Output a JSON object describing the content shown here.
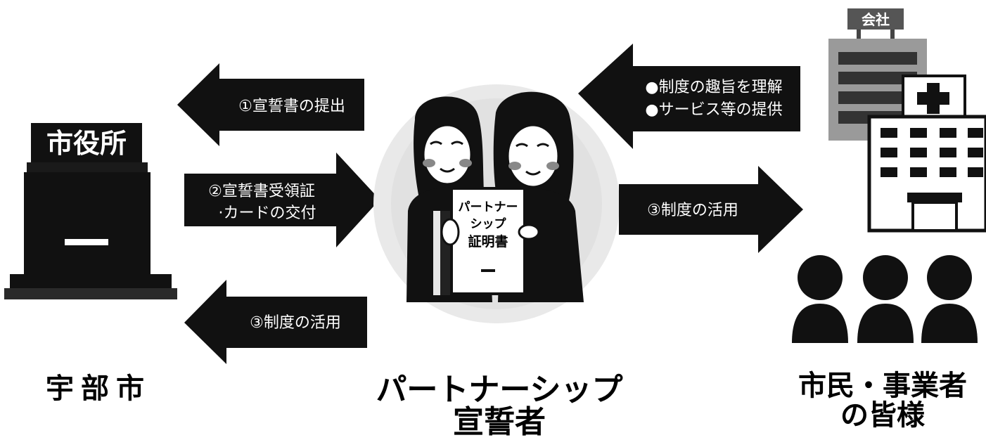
{
  "arrows": {
    "submit": "①宣誓書の提出",
    "issue_line1": "②宣誓書受領証",
    "issue_line2": "·カードの交付",
    "use_to_city": "③制度の活用",
    "understand_line1": "●制度の趣旨を理解",
    "understand_line2": "●サービス等の提供",
    "use_to_citizens": "③制度の活用"
  },
  "city_hall": {
    "sign": "市役所"
  },
  "certificate": {
    "line1": "パートナー",
    "line2": "シップ",
    "line3": "証明書"
  },
  "hospital": {
    "sign": "会社"
  },
  "captions": {
    "ube_city": "宇部市",
    "partner_line1": "パートナーシップ",
    "partner_line2": "宣誓者",
    "citizens_line1": "市民・事業者",
    "citizens_line2": "の皆様"
  }
}
